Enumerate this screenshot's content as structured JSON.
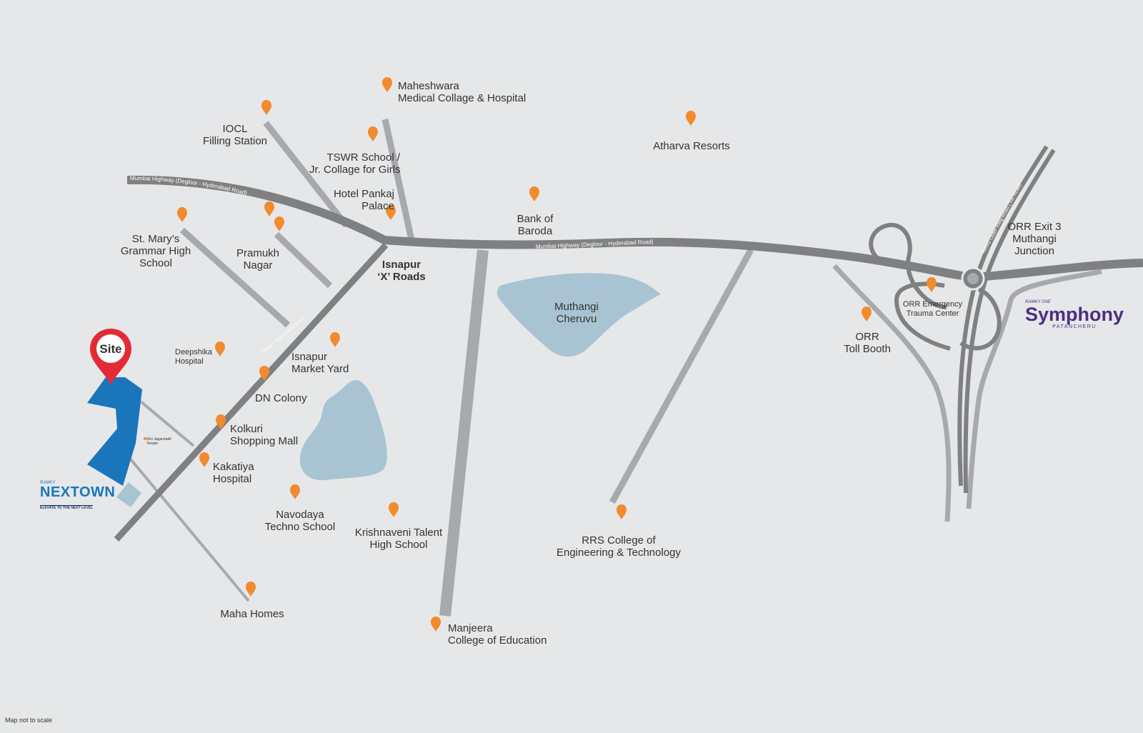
{
  "map": {
    "road_labels": {
      "mumbai_highway_west": "Mumbai Highway (Degloor - Hyderabad Road)",
      "mumbai_highway_east": "Mumbai Highway (Degloor - Hyderabad Road)",
      "isnapur_road": "Isnapur - Indira Karan Road",
      "orr": "Nehru Outer Ring Road (Toll Road)"
    },
    "site_pin": "Site",
    "places": {
      "maheshwara": [
        "Maheshwara",
        "Medical Collage & Hospital"
      ],
      "iocl": [
        "IOCL",
        "Filling Station"
      ],
      "tswr": [
        "TSWR School /",
        "Jr. Collage for Girls"
      ],
      "hotel_pankaj": [
        "Hotel Pankaj",
        "Palace"
      ],
      "atharva": [
        "Atharva Resorts"
      ],
      "bank_baroda": [
        "Bank of",
        "Baroda"
      ],
      "st_marys": [
        "St. Mary’s",
        "Grammar High",
        "School"
      ],
      "pramukh": [
        "Pramukh",
        "Nagar"
      ],
      "isnapur_x": [
        "Isnapur",
        "‘X’ Roads"
      ],
      "muthangi_cheruvu": [
        "Muthangi",
        "Cheruvu"
      ],
      "orr_exit": [
        "ORR Exit 3",
        "Muthangi",
        "Junction"
      ],
      "orr_emergency": [
        "ORR Emergency",
        "Trauma Center"
      ],
      "orr_toll": [
        "ORR",
        "Toll Booth"
      ],
      "deepshika": [
        "Deepshika",
        "Hospital"
      ],
      "isnapur_market": [
        "Isnapur",
        "Market Yard"
      ],
      "dn_colony": [
        "DN Colony"
      ],
      "kolkuri": [
        "Kolkuri",
        "Shopping Mall"
      ],
      "jagannath": [
        "Shri Jagannadh",
        "Temple"
      ],
      "kakatiya": [
        "Kakatiya",
        "Hospital"
      ],
      "navodaya": [
        "Navodaya",
        "Techno School"
      ],
      "krishnaveni": [
        "Krishnaveni Talent",
        "High School"
      ],
      "rrs": [
        "RRS College of",
        "Engineering & Technology"
      ],
      "maha_homes": [
        "Maha Homes"
      ],
      "manjeera": [
        "Manjeera",
        "College of Education"
      ]
    },
    "logos": {
      "nextown_brand": "RAMKY",
      "nextown_name": "NEXTOWN",
      "nextown_tag": "ELEVATE TO THE NEXT LEVEL",
      "symphony_brand": "RAMKY ONE",
      "symphony_name": "Symphony",
      "symphony_location": "PATANCHERU"
    },
    "footnote": "Map not to scale",
    "colors": {
      "background": "#e6e7e8",
      "major_road": "#7f8082",
      "minor_road": "#a7a9ac",
      "water": "#a8c4d3",
      "pin": "#f28a2e",
      "site_pin": "#e32b36",
      "site_area": "#1a75bb",
      "site_annex": "#a8c4d3"
    }
  }
}
